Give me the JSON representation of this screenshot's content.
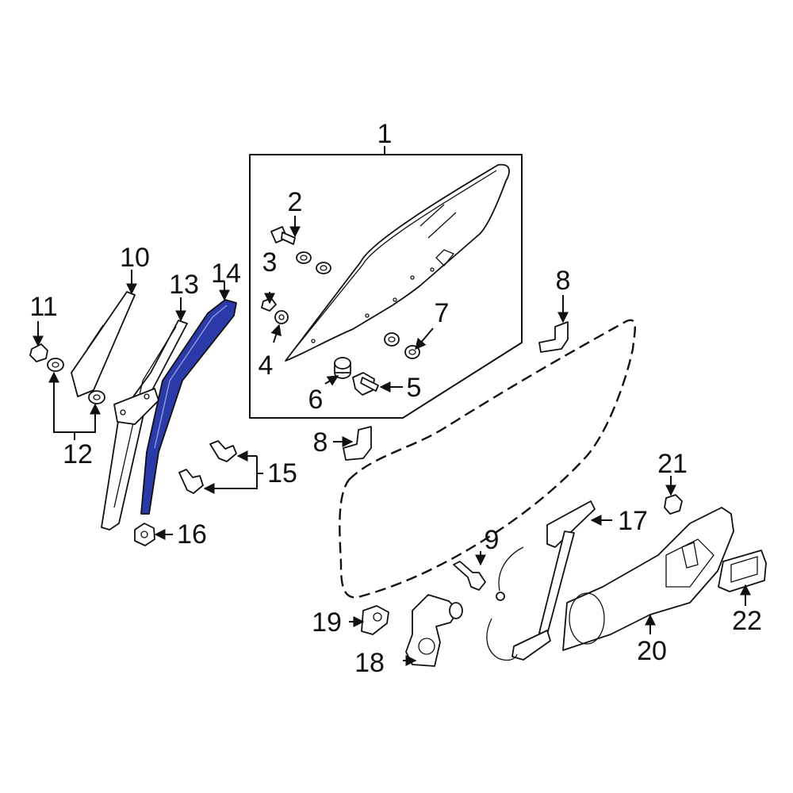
{
  "diagram": {
    "highlight_color": "#2b3aa8",
    "line_color": "#111111",
    "background": "#ffffff",
    "callouts": {
      "c1": "1",
      "c2": "2",
      "c3": "3",
      "c4": "4",
      "c5": "5",
      "c6": "6",
      "c7": "7",
      "c8a": "8",
      "c8b": "8",
      "c9": "9",
      "c10": "10",
      "c11": "11",
      "c12": "12",
      "c13": "13",
      "c14": "14",
      "c15": "15",
      "c16": "16",
      "c17": "17",
      "c18": "18",
      "c19": "19",
      "c20": "20",
      "c21": "21",
      "c22": "22"
    }
  }
}
